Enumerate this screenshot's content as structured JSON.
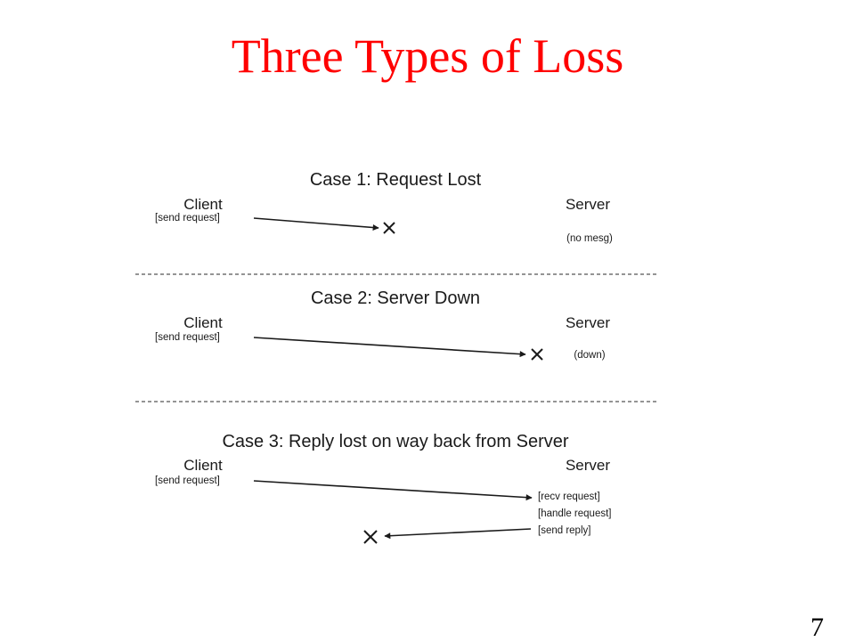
{
  "slide": {
    "title": "Three Types of Loss",
    "title_color": "#ff0000",
    "page_number": "7"
  },
  "cases": [
    {
      "title": "Case 1: Request Lost",
      "client": "Client",
      "client_action": "[send request]",
      "server": "Server",
      "server_note": "(no mesg)"
    },
    {
      "title": "Case 2: Server Down",
      "client": "Client",
      "client_action": "[send request]",
      "server": "Server",
      "server_note": "(down)"
    },
    {
      "title": "Case 3: Reply lost on way back from Server",
      "client": "Client",
      "client_action": "[send request]",
      "server": "Server",
      "server_actions": [
        "[recv request]",
        "[handle request]",
        "[send reply]"
      ]
    }
  ],
  "icons": {
    "loss_marker": "x-mark-icon"
  }
}
